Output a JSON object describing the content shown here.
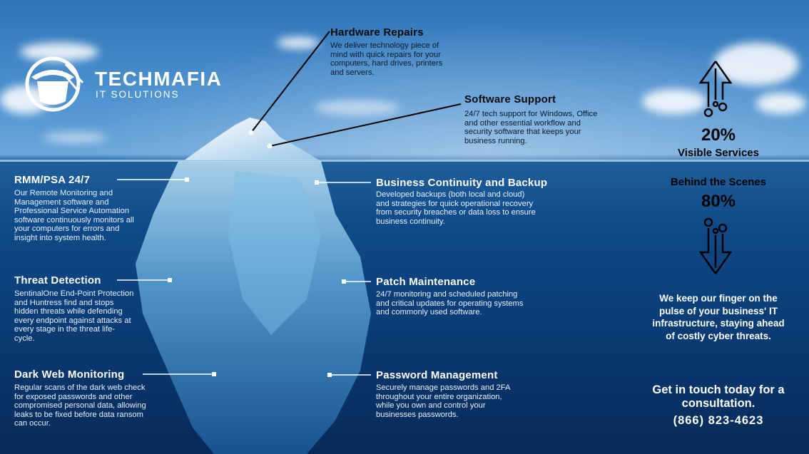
{
  "brand": {
    "name": "TECHMAFIA",
    "tagline": "IT SOLUTIONS"
  },
  "above": [
    {
      "title": "Hardware Repairs",
      "body": "We deliver technology piece of mind with quick repairs for your computers, hard drives, printers and servers."
    },
    {
      "title": "Software Support",
      "body": "24/7 tech support for Windows, Office and other essential workflow and security software that keeps your business running."
    }
  ],
  "below_left": [
    {
      "title": "RMM/PSA 24/7",
      "body": "Our Remote Monitoring and Management software and Professional Service Automation software continuously monitors all your computers for errors and insight into system health."
    },
    {
      "title": "Threat Detection",
      "body": "SentinalOne End-Point Protection and Huntress find and stops hidden threats while defending every endpoint against attacks at every stage in the threat life-cycle."
    },
    {
      "title": "Dark Web Monitoring",
      "body": "Regular scans of the dark web check for exposed passwords and other compromised personal data, allowing leaks to be fixed before data ransom can occur."
    }
  ],
  "below_right": [
    {
      "title": "Business Continuity and Backup",
      "body": "Developed backups (both local and cloud) and strategies for quick operational recovery from security breaches or data loss to ensure business continuity."
    },
    {
      "title": "Patch Maintenance",
      "body": "24/7 monitoring and scheduled patching and critical updates for operating systems and commonly used software."
    },
    {
      "title": "Password Management",
      "body": "Securely manage passwords and 2FA throughout your entire organization, while you own and control your businesses passwords."
    }
  ],
  "stats": {
    "visible_pct": "20%",
    "visible_label": "Visible Services",
    "hidden_label": "Behind the Scenes",
    "hidden_pct": "80%"
  },
  "pitch": "We keep our finger on the pulse of your business' IT infrastructure, staying ahead of costly cyber threats.",
  "cta": {
    "line": "Get in touch today for a consultation.",
    "phone": "(866) 823-4623"
  },
  "icons": {
    "logo": "spy-globe-icon",
    "up": "circuit-arrow-up-icon",
    "down": "circuit-arrow-down-icon"
  },
  "colors": {
    "sky": "#4f93d0",
    "deep_water": "#072a58",
    "text": "#ffffff"
  }
}
